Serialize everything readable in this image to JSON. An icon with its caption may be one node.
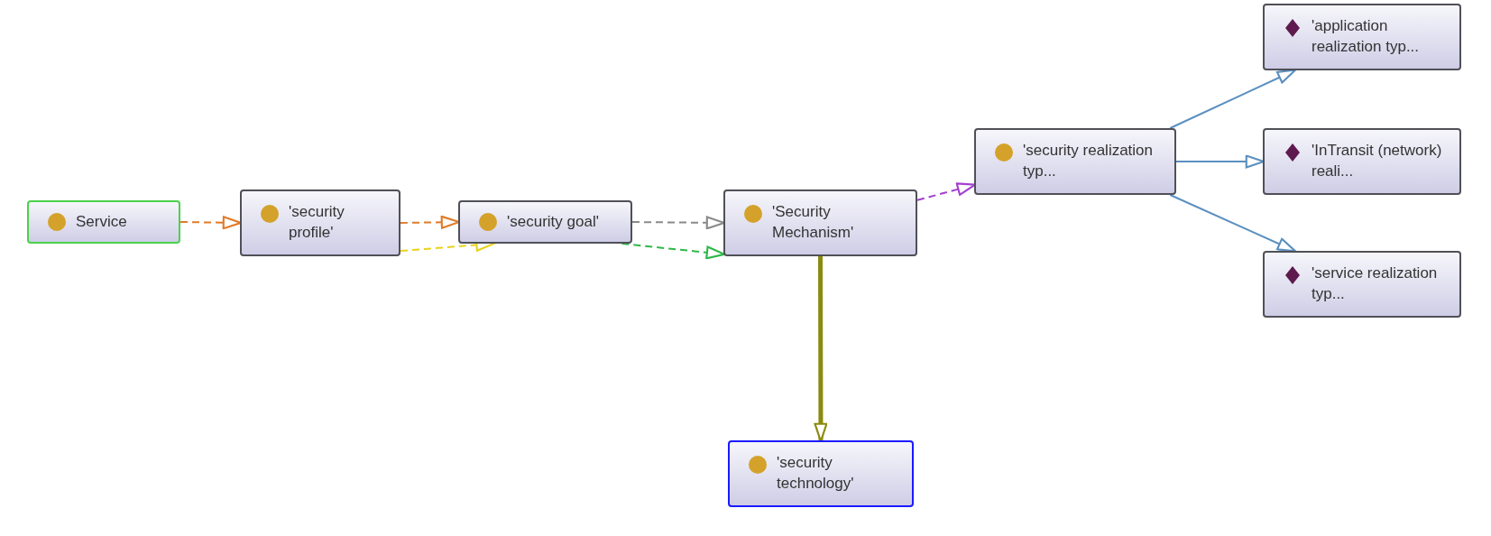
{
  "diagram": {
    "nodes": [
      {
        "text": [
          "Service"
        ]
      },
      {
        "text": [
          "'security profile'"
        ]
      },
      {
        "text": [
          "'security goal'"
        ]
      },
      {
        "text": [
          "'Security Mechanism'"
        ]
      },
      {
        "text": [
          "'security realization typ..."
        ]
      },
      {
        "text": [
          "'application realization typ..."
        ]
      },
      {
        "text": [
          "'InTransit (network) reali..."
        ]
      },
      {
        "text": [
          "'service realization typ..."
        ]
      },
      {
        "text": [
          "'security technology'"
        ]
      }
    ],
    "edges": [
      {
        "from": 0,
        "to": 1,
        "arrow": "to",
        "style": "dashed",
        "color": "#e07b2a"
      },
      {
        "from": 1,
        "to": 2,
        "arrow": "to",
        "style": "dashed",
        "color": "#e07b2a"
      },
      {
        "from": 1,
        "to": 2,
        "arrow": "to",
        "style": "dashed",
        "color": "#e8d21c"
      },
      {
        "from": 2,
        "to": 3,
        "arrow": "to",
        "style": "dashed",
        "color": "#8a8a8a"
      },
      {
        "from": 2,
        "to": 3,
        "arrow": "to",
        "style": "dashed",
        "color": "#2fb84a"
      },
      {
        "from": 3,
        "to": 4,
        "arrow": "to",
        "style": "dashed",
        "color": "#a43fd0"
      },
      {
        "from": 4,
        "to": 5,
        "arrow": "to"
      },
      {
        "from": 4,
        "to": 6,
        "arrow": "to"
      },
      {
        "from": 4,
        "to": 7,
        "arrow": "to"
      },
      {
        "from": 3,
        "to": 8,
        "arrow": "to",
        "style": "thick",
        "color": "#8a8a10"
      }
    ]
  }
}
